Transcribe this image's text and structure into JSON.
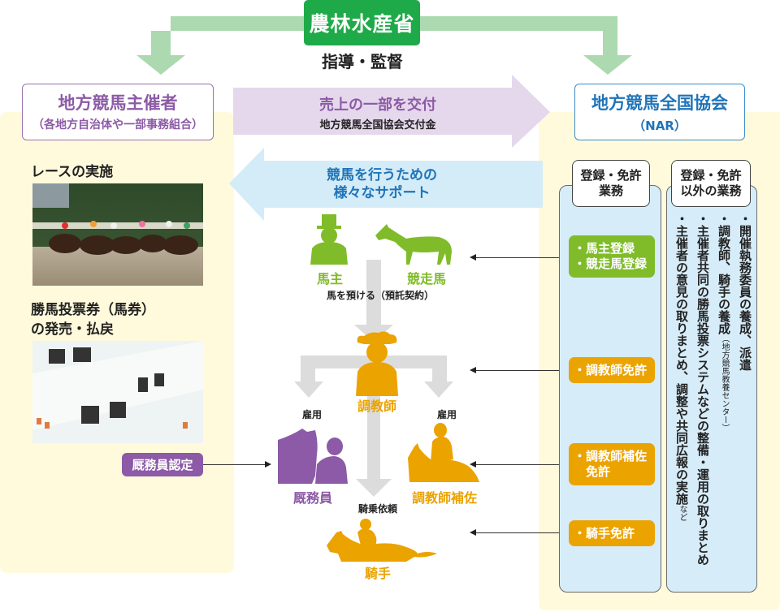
{
  "header": {
    "ministry": "農林水産省",
    "guidance": "指導・監督"
  },
  "organizer": {
    "title": "地方競馬主催者",
    "subtitle": "（各地方自治体や一部事務組合）",
    "race_label": "レースの実施",
    "ticket_label_line1": "勝馬投票券（馬券）",
    "ticket_label_line2": "の発売・払戻",
    "stable_cert": "厩務員認定"
  },
  "nar": {
    "title": "地方競馬全国協会",
    "subtitle": "（NAR）",
    "col1_head_line1": "登録・免許",
    "col1_head_line2": "業務",
    "col2_head_line1": "登録・免許",
    "col2_head_line2": "以外の業務",
    "tags": [
      {
        "lines": [
          "・馬主登録",
          "・競走馬登録"
        ],
        "color": "#80bc2a"
      },
      {
        "lines": [
          "・調教師免許"
        ],
        "color": "#eba300"
      },
      {
        "lines": [
          "・調教師補佐",
          "　免許"
        ],
        "color": "#eba300"
      },
      {
        "lines": [
          "・騎手免許"
        ],
        "color": "#eba300"
      }
    ],
    "other_duties": [
      "・開催執務委員の養成、派遣",
      "・調教師、騎手の養成",
      "（地方競馬教養センター）",
      "・主催者共同の勝馬投票システムなどの整備・運用の取りまとめ",
      "・主催者の意見の取りまとめ、調整や共同広報の実施",
      "など"
    ]
  },
  "flows": {
    "payment_title": "売上の一部を交付",
    "payment_sub": "地方競馬全国協会交付金",
    "support_line1": "競馬を行うための",
    "support_line2": "様々なサポート"
  },
  "actors": {
    "owner": "馬主",
    "racehorse": "競走馬",
    "deposit": "馬を預ける（預託契約）",
    "trainer": "調教師",
    "employ_left": "雇用",
    "employ_right": "雇用",
    "groom": "厩務員",
    "assistant": "調教師補佐",
    "ride_request": "騎乗依頼",
    "jockey": "騎手"
  },
  "colors": {
    "ministry_green": "#1faa49",
    "arrow_green": "#acd9b0",
    "organizer_purple": "#8c5aa6",
    "payment_arrow": "#e5d8ec",
    "nar_blue": "#1f74b8",
    "support_arrow": "#d4ecf8",
    "panel_yellow": "#fffadb",
    "owner_green": "#80bc2a",
    "trainer_orange": "#eba300"
  }
}
